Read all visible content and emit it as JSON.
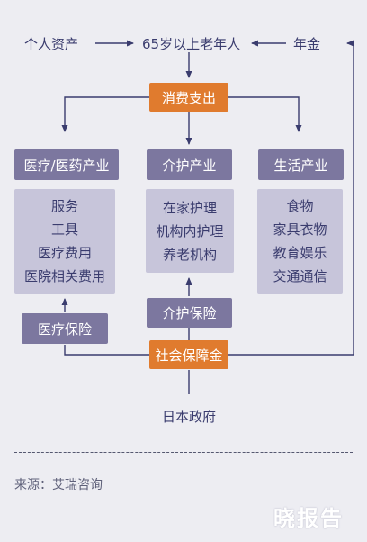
{
  "top_row": {
    "personal_assets": "个人资产",
    "elderly": "65岁以上老年人",
    "pension": "年金"
  },
  "consumption": "消费支出",
  "categories": {
    "medical": {
      "title": "医疗/医药产业",
      "items": [
        "服务",
        "工具",
        "医疗费用",
        "医院相关费用"
      ]
    },
    "care": {
      "title": "介护产业",
      "items": [
        "在家护理",
        "机构内护理",
        "养老机构"
      ]
    },
    "life": {
      "title": "生活产业",
      "items": [
        "食物",
        "家具衣物",
        "教育娱乐",
        "交通通信"
      ]
    }
  },
  "medical_insurance": "医疗保险",
  "care_insurance": "介护保险",
  "social_security": "社会保障金",
  "government": "日本政府",
  "footer": {
    "source": "来源：艾瑞咨询",
    "watermark": "晓报告"
  },
  "colors": {
    "orange": "#e07b2e",
    "purple": "#7c779f",
    "light_purple": "#c7c5da",
    "text": "#3a3c6e",
    "background": "#ededf2"
  }
}
